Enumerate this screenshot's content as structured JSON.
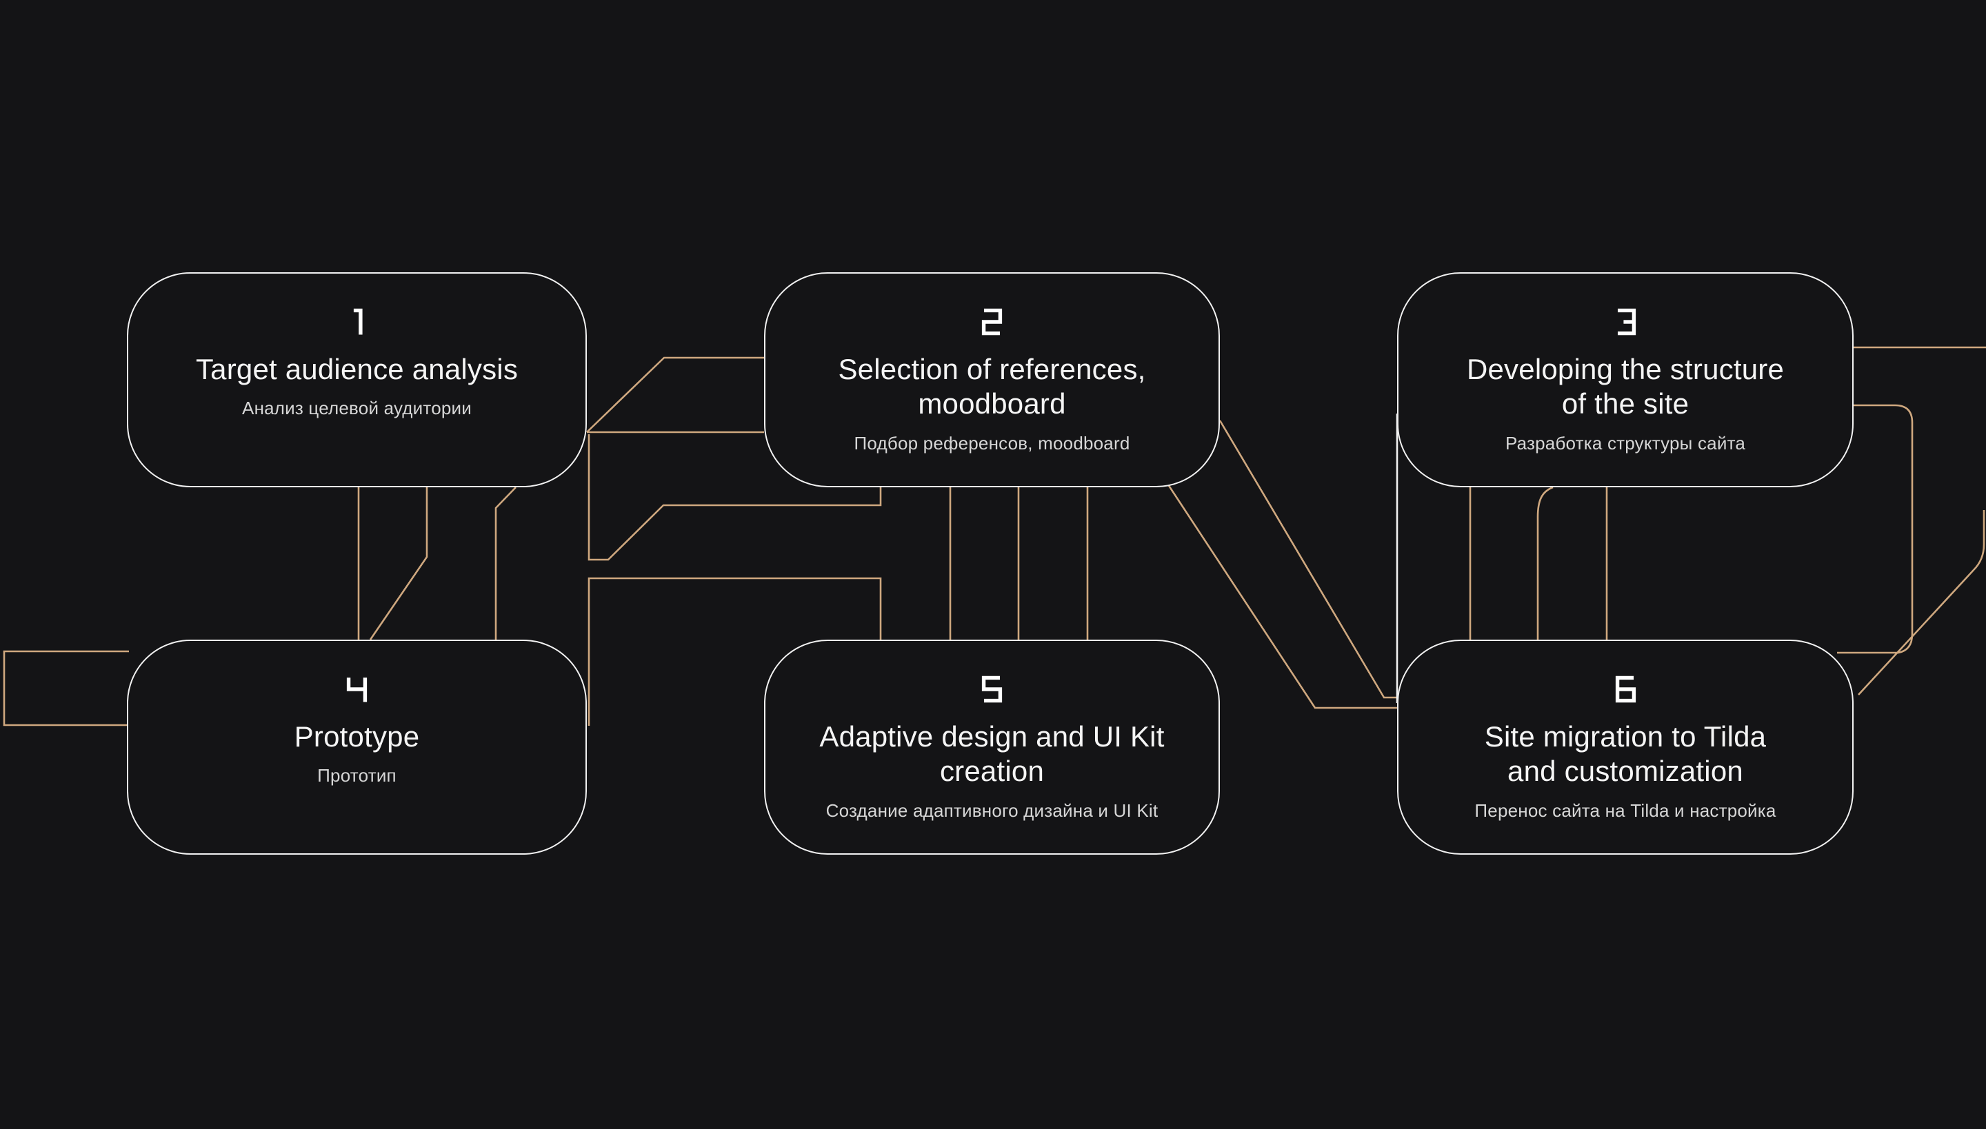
{
  "theme": {
    "background": "#141416",
    "card_border": "#f2f2f2",
    "accent_line": "#cfa87f",
    "title_color": "#f5f5f5",
    "subtitle_color": "#d6d6d6",
    "number_color": "#ffffff"
  },
  "cards": [
    {
      "number": "1",
      "title": "Target audience analysis",
      "subtitle": "Анализ целевой аудитории"
    },
    {
      "number": "2",
      "title": "Selection of references,\nmoodboard",
      "subtitle": "Подбор референсов, moodboard"
    },
    {
      "number": "3",
      "title": "Developing the structure\nof the site",
      "subtitle": "Разработка структуры сайта"
    },
    {
      "number": "4",
      "title": "Prototype",
      "subtitle": "Прототип"
    },
    {
      "number": "5",
      "title": "Adaptive design and UI Kit\ncreation",
      "subtitle": "Создание адаптивного дизайна и UI Kit"
    },
    {
      "number": "6",
      "title": "Site migration to Tilda\nand customization",
      "subtitle": "Перенос сайта на Tilda и настройка"
    }
  ]
}
